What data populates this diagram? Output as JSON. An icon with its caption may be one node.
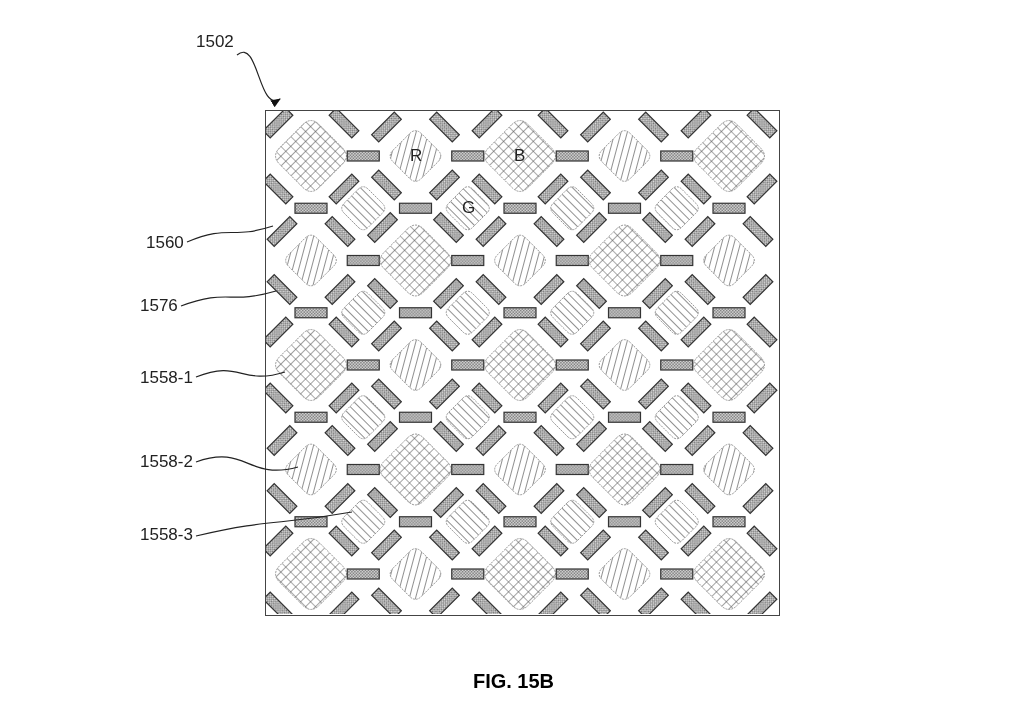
{
  "diagram": {
    "caption": "FIG. 15B",
    "nodes": [
      {
        "text": [
          "1502"
        ]
      },
      {
        "text": [],
        "shape": "box"
      },
      {
        "text": [
          "1560"
        ]
      },
      {
        "text": [
          "1576"
        ]
      },
      {
        "text": [],
        "shape": "bar",
        "in": 1
      },
      {
        "text": [
          "1558-1"
        ]
      },
      {
        "text": [],
        "shape": "diamond",
        "in": 1
      },
      {
        "text": [
          "1558-2"
        ]
      },
      {
        "text": [],
        "shape": "diamond",
        "in": 1
      },
      {
        "text": [
          "1558-3"
        ]
      },
      {
        "text": [],
        "shape": "diamond",
        "in": 1
      }
    ],
    "edges": [
      {
        "from": 0,
        "to": 1,
        "arrow": "to"
      },
      {
        "from": 2,
        "to": 1,
        "arrow": "none"
      },
      {
        "from": 3,
        "to": 4,
        "arrow": "none"
      },
      {
        "from": 5,
        "to": 6,
        "arrow": "none"
      },
      {
        "from": 7,
        "to": 8,
        "arrow": "none"
      },
      {
        "from": 9,
        "to": 10,
        "arrow": "none"
      }
    ],
    "labels": [
      "R",
      "B",
      "G"
    ]
  }
}
